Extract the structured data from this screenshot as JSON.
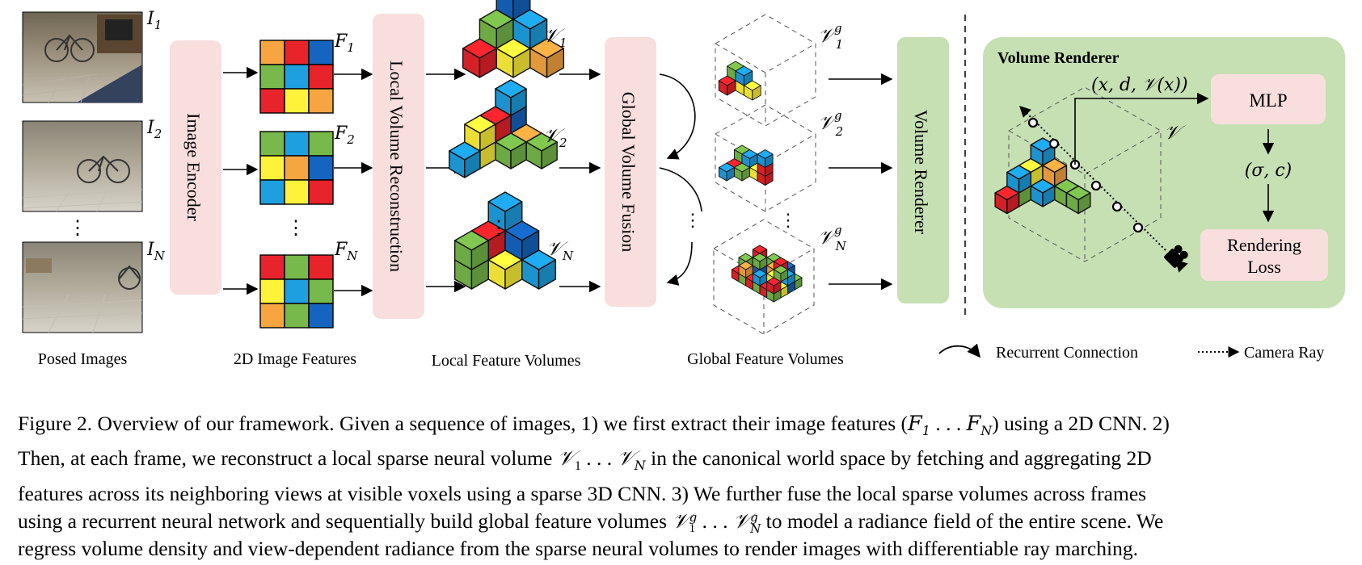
{
  "images": {
    "labels": [
      {
        "base": "I",
        "sub": "1"
      },
      {
        "base": "I",
        "sub": "2"
      },
      {
        "base": "I",
        "sub": "N"
      }
    ],
    "dots": "⋮"
  },
  "features": {
    "labels": [
      {
        "base": "F",
        "sub": "1"
      },
      {
        "base": "F",
        "sub": "2"
      },
      {
        "base": "F",
        "sub": "N"
      }
    ],
    "dots": "⋮",
    "grid_colors": [
      [
        "#f7a541",
        "#e8232a",
        "#1565c0",
        "#77b94a",
        "#1e9fe0",
        "#e8232a",
        "#e8232a",
        "#fff23a",
        "#f7a541"
      ],
      [
        "#77b94a",
        "#1e9fe0",
        "#77b94a",
        "#fff23a",
        "#f7a541",
        "#1565c0",
        "#1e9fe0",
        "#fff23a",
        "#e8232a"
      ],
      [
        "#e8232a",
        "#77b94a",
        "#e8232a",
        "#fff23a",
        "#1e9fe0",
        "#77b94a",
        "#f7a541",
        "#77b94a",
        "#1565c0"
      ]
    ]
  },
  "modules": {
    "image_encoder": "Image Encoder",
    "local_volume": "Local Volume Reconstruction",
    "global_fusion": "Global Volume Fusion",
    "volume_renderer": "Volume Renderer"
  },
  "local_volumes": {
    "labels": [
      {
        "base": "𝒱",
        "sub": "1"
      },
      {
        "base": "𝒱",
        "sub": "2"
      },
      {
        "base": "𝒱",
        "sub": "N"
      }
    ],
    "dots": "⋮"
  },
  "global_volumes": {
    "labels": [
      {
        "base": "𝒱",
        "sup": "g",
        "sub": "1"
      },
      {
        "base": "𝒱",
        "sup": "g",
        "sub": "2"
      },
      {
        "base": "𝒱",
        "sup": "g",
        "sub": "N"
      }
    ],
    "dots": "⋮"
  },
  "column_labels": {
    "posed_images": "Posed Images",
    "image_features": "2D Image Features",
    "local_feature_volumes": "Local Feature Volumes",
    "global_feature_volumes": "Global Feature Volumes"
  },
  "renderer_panel": {
    "title": "Volume Renderer",
    "ray_label": "(x, d, 𝒱(x))",
    "volume_label": "𝒱",
    "mlp": "MLP",
    "output": "(σ, c)",
    "loss_line1": "Rendering",
    "loss_line2": "Loss"
  },
  "legend": {
    "recurrent": "Recurrent Connection",
    "camera_ray": "Camera Ray"
  },
  "colors": {
    "module_pink": "#f8dedd",
    "module_green": "#c6e0b4",
    "panel_green": "#c6e0b4",
    "red": "#e8232a",
    "yellow": "#fff23a",
    "orange": "#f7a541",
    "green": "#77b94a",
    "cyan": "#1e9fe0",
    "blue": "#1565c0"
  },
  "caption": {
    "line1a": "Figure 2. Overview of our framework. Given a sequence of images, 1) we first extract their image features (",
    "line1b": "F",
    "line1c": "1",
    "line1d": " . . . ",
    "line1e": "F",
    "line1f": "N",
    "line1g": ") using a 2D CNN. 2)",
    "line2a": "Then, at each frame, we reconstruct a local sparse neural volume ",
    "line2b": "𝒱",
    "line2c": "1",
    "line2d": " . . . ",
    "line2e": "𝒱",
    "line2f": "N",
    "line2g": " in the canonical world space by fetching and aggregating 2D",
    "line3": "features across its neighboring views at visible voxels using a sparse 3D CNN. 3) We further fuse the local sparse volumes across frames",
    "line4a": "using a recurrent neural network and sequentially build global feature volumes ",
    "line4b": "𝒱",
    "line4c": "g",
    "line4d": "1",
    "line4e": " . . . ",
    "line4f": "𝒱",
    "line4g": "g",
    "line4h": "N",
    "line4i": " to model a radiance field of the entire scene. We",
    "line5": "regress volume density and view-dependent radiance from the sparse neural volumes to render images with differentiable ray marching."
  }
}
